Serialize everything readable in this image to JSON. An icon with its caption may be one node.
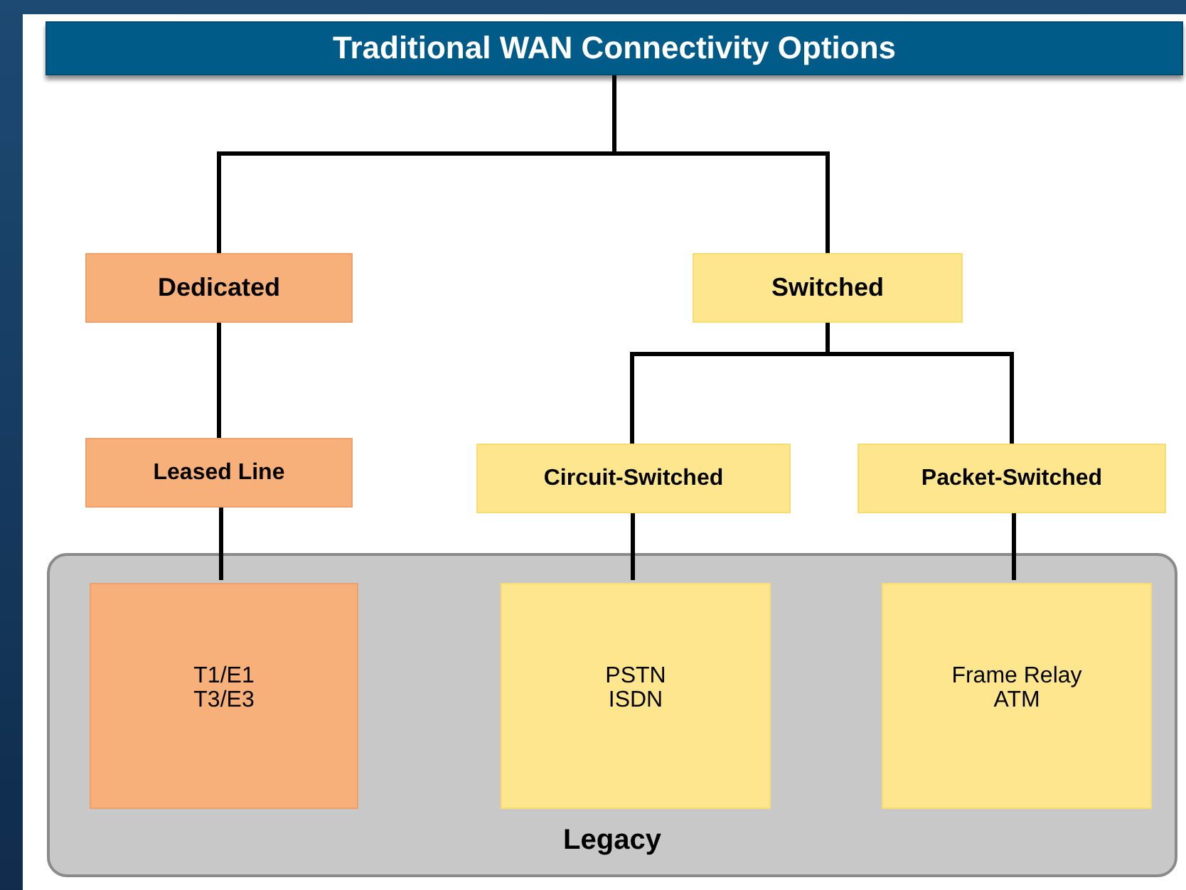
{
  "diagram": {
    "nodes": [
      {
        "text": [
          "Traditional WAN Connectivity Options"
        ]
      },
      {
        "text": [
          "Dedicated"
        ]
      },
      {
        "text": [
          "Switched"
        ]
      },
      {
        "text": [
          "Leased Line"
        ]
      },
      {
        "text": [
          "Circuit-Switched"
        ]
      },
      {
        "text": [
          "Packet-Switched"
        ]
      },
      {
        "text": [
          "Legacy"
        ]
      },
      {
        "text": [
          "T1/E1",
          "T3/E3"
        ],
        "in": 6
      },
      {
        "text": [
          "PSTN",
          "ISDN"
        ],
        "in": 6
      },
      {
        "text": [
          "Frame Relay",
          "ATM"
        ],
        "in": 6
      }
    ],
    "edges": [
      {
        "from": 0,
        "to": 1,
        "arrow": "none"
      },
      {
        "from": 0,
        "to": 2,
        "arrow": "none"
      },
      {
        "from": 1,
        "to": 3,
        "arrow": "none"
      },
      {
        "from": 2,
        "to": 4,
        "arrow": "none"
      },
      {
        "from": 2,
        "to": 5,
        "arrow": "none"
      },
      {
        "from": 3,
        "to": 7,
        "arrow": "none"
      },
      {
        "from": 4,
        "to": 8,
        "arrow": "none"
      },
      {
        "from": 5,
        "to": 9,
        "arrow": "none"
      }
    ]
  }
}
